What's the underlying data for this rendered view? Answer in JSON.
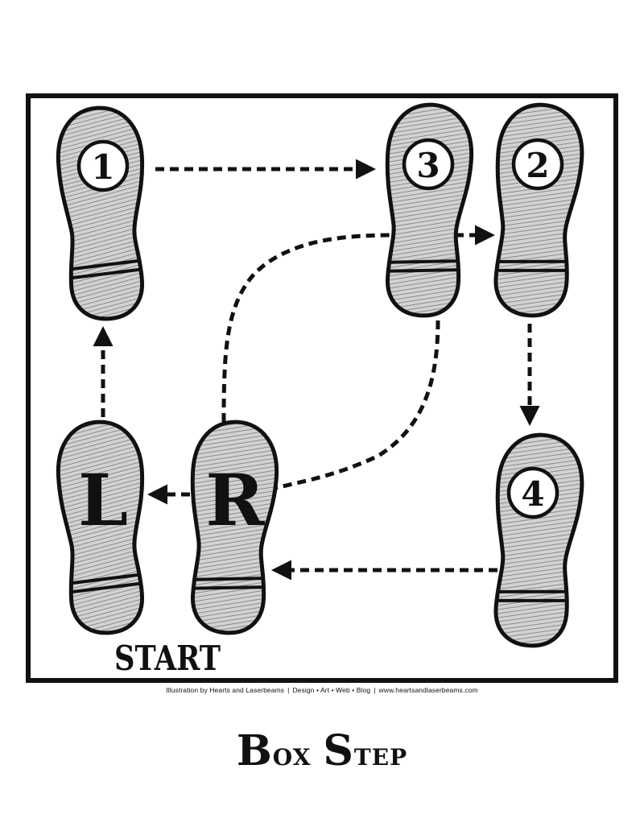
{
  "title": {
    "first_initial": "B",
    "first_rest": "ox",
    "second_initial": "S",
    "second_rest": "tep"
  },
  "start_label": "START",
  "feet": [
    {
      "id": "left-start",
      "label": "L"
    },
    {
      "id": "right-start",
      "label": "R"
    },
    {
      "id": "step-1",
      "label": "1"
    },
    {
      "id": "step-2",
      "label": "2"
    },
    {
      "id": "step-3",
      "label": "3"
    },
    {
      "id": "step-4",
      "label": "4"
    }
  ],
  "credit": {
    "part1": "Illustration by Hearts and Laserbeams",
    "sep": "|",
    "part2": "Design • Art • Web • Blog",
    "part3": "www.heartsandlaserbeams.com"
  },
  "colors": {
    "ink": "#111111",
    "sole_fill": "#d2d2d2",
    "hatch": "#8a8a8a",
    "paper": "#ffffff"
  }
}
